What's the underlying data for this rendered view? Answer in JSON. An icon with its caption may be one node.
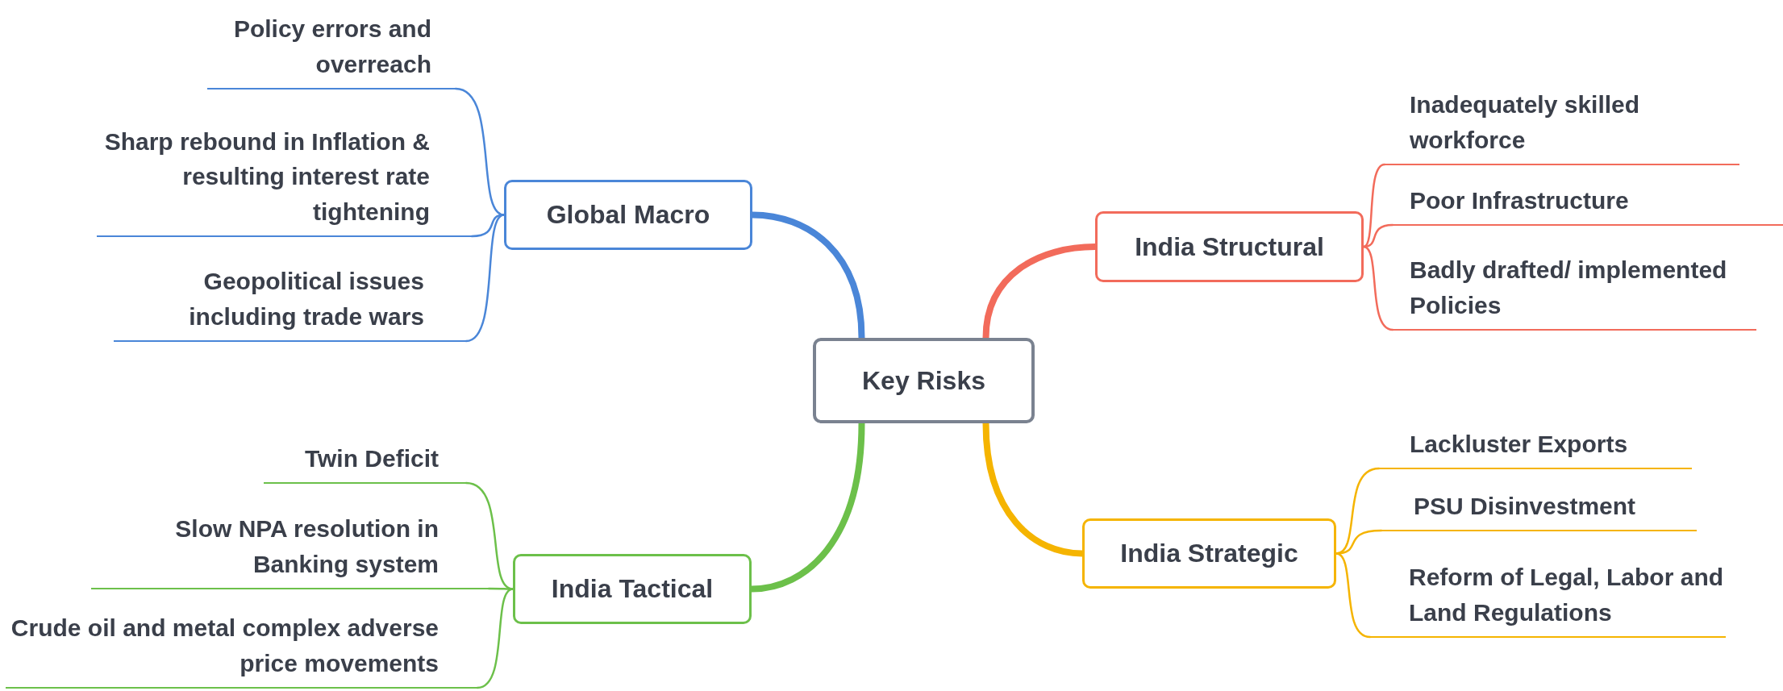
{
  "diagram": {
    "nodes": [
      {
        "text": [
          "Key Risks"
        ]
      },
      {
        "text": [
          "Global Macro"
        ]
      },
      {
        "text": [
          "Policy errors and overreach"
        ]
      },
      {
        "text": [
          "Sharp rebound in Inflation & resulting interest rate tightening"
        ]
      },
      {
        "text": [
          "Geopolitical issues including trade wars"
        ]
      },
      {
        "text": [
          "India Structural"
        ]
      },
      {
        "text": [
          "Inadequately skilled workforce"
        ]
      },
      {
        "text": [
          "Poor Infrastructure"
        ]
      },
      {
        "text": [
          "Badly drafted/ implemented Policies"
        ]
      },
      {
        "text": [
          "India Tactical"
        ]
      },
      {
        "text": [
          "Twin Deficit"
        ]
      },
      {
        "text": [
          "Slow NPA resolution in Banking system"
        ]
      },
      {
        "text": [
          "Crude oil and metal complex adverse price movements"
        ]
      },
      {
        "text": [
          "India Strategic"
        ]
      },
      {
        "text": [
          "Lackluster Exports"
        ]
      },
      {
        "text": [
          "PSU Disinvestment"
        ]
      },
      {
        "text": [
          "Reform of Legal, Labor and Land Regulations"
        ]
      }
    ],
    "edges": [
      {
        "from": 0,
        "to": 1,
        "arrow": "none",
        "style": "thick",
        "color": "#4a86d8"
      },
      {
        "from": 1,
        "to": 2,
        "arrow": "none",
        "color": "#4a86d8"
      },
      {
        "from": 1,
        "to": 3,
        "arrow": "none",
        "color": "#4a86d8"
      },
      {
        "from": 1,
        "to": 4,
        "arrow": "none",
        "color": "#4a86d8"
      },
      {
        "from": 0,
        "to": 5,
        "arrow": "none",
        "style": "thick",
        "color": "#f26b5b"
      },
      {
        "from": 5,
        "to": 6,
        "arrow": "none",
        "color": "#f26b5b"
      },
      {
        "from": 5,
        "to": 7,
        "arrow": "none",
        "color": "#f26b5b"
      },
      {
        "from": 5,
        "to": 8,
        "arrow": "none",
        "color": "#f26b5b"
      },
      {
        "from": 0,
        "to": 9,
        "arrow": "none",
        "style": "thick",
        "color": "#6cc04a"
      },
      {
        "from": 9,
        "to": 10,
        "arrow": "none",
        "color": "#6cc04a"
      },
      {
        "from": 9,
        "to": 11,
        "arrow": "none",
        "color": "#6cc04a"
      },
      {
        "from": 9,
        "to": 12,
        "arrow": "none",
        "color": "#6cc04a"
      },
      {
        "from": 0,
        "to": 13,
        "arrow": "none",
        "style": "thick",
        "color": "#f5b400"
      },
      {
        "from": 13,
        "to": 14,
        "arrow": "none",
        "color": "#f5b400"
      },
      {
        "from": 13,
        "to": 15,
        "arrow": "none",
        "color": "#f5b400"
      },
      {
        "from": 13,
        "to": 16,
        "arrow": "none",
        "color": "#f5b400"
      }
    ]
  }
}
